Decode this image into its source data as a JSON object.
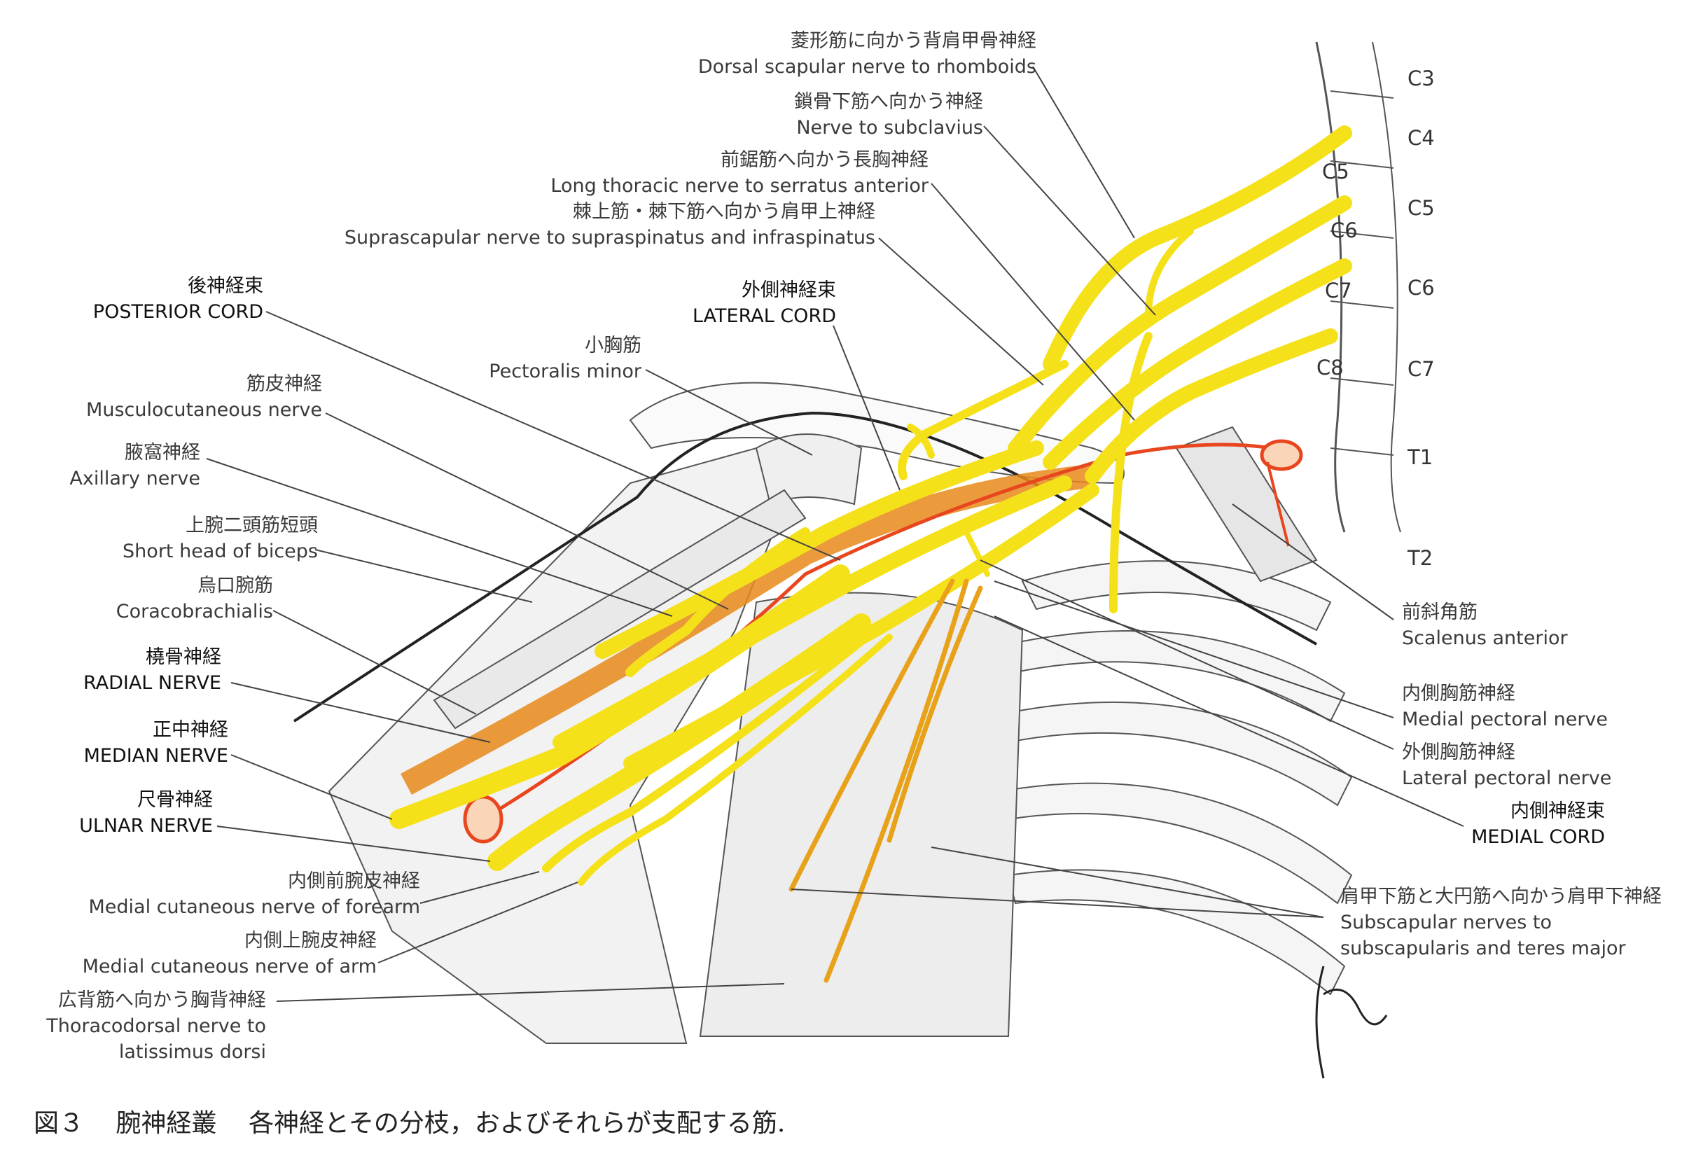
{
  "labels": {
    "dorsal_scapular": {
      "jp": "菱形筋に向かう背肩甲骨神経",
      "en": "Dorsal scapular nerve to rhomboids"
    },
    "subclavius": {
      "jp": "鎖骨下筋へ向かう神経",
      "en": "Nerve to subclavius"
    },
    "long_thoracic": {
      "jp": "前鋸筋へ向かう長胸神経",
      "en": "Long thoracic nerve to serratus anterior"
    },
    "suprascapular": {
      "jp": "棘上筋・棘下筋へ向かう肩甲上神経",
      "en": "Suprascapular nerve to supraspinatus and infraspinatus"
    },
    "posterior_cord": {
      "jp": "後神経束",
      "en": "POSTERIOR CORD"
    },
    "lateral_cord": {
      "jp": "外側神経束",
      "en": "LATERAL CORD"
    },
    "pectoralis_minor": {
      "jp": "小胸筋",
      "en": "Pectoralis minor"
    },
    "musculocutaneous": {
      "jp": "筋皮神経",
      "en": "Musculocutaneous nerve"
    },
    "axillary": {
      "jp": "腋窩神経",
      "en": "Axillary nerve"
    },
    "short_head_biceps": {
      "jp": "上腕二頭筋短頭",
      "en": "Short head of biceps"
    },
    "coracobrachialis": {
      "jp": "烏口腕筋",
      "en": "Coracobrachialis"
    },
    "radial": {
      "jp": "橈骨神経",
      "en": "RADIAL NERVE"
    },
    "median": {
      "jp": "正中神経",
      "en": "MEDIAN NERVE"
    },
    "ulnar": {
      "jp": "尺骨神経",
      "en": "ULNAR NERVE"
    },
    "med_cut_forearm": {
      "jp": "内側前腕皮神経",
      "en": "Medial cutaneous nerve of forearm"
    },
    "med_cut_arm": {
      "jp": "内側上腕皮神経",
      "en": "Medial cutaneous nerve of arm"
    },
    "thoracodorsal": {
      "jp": "広背筋へ向かう胸背神経",
      "en": "Thoracodorsal nerve to",
      "en2": "latissimus dorsi"
    },
    "scalenus": {
      "jp": "前斜角筋",
      "en": "Scalenus anterior"
    },
    "medial_pectoral": {
      "jp": "内側胸筋神経",
      "en": "Medial pectoral nerve"
    },
    "lateral_pectoral": {
      "jp": "外側胸筋神経",
      "en": "Lateral pectoral nerve"
    },
    "medial_cord": {
      "jp": "内側神経束",
      "en": "MEDIAL CORD"
    },
    "subscapular": {
      "jp": "肩甲下筋と大円筋へ向かう肩甲下神経",
      "en": "Subscapular nerves to",
      "en2": "subscapularis and teres major"
    }
  },
  "spine_labels": {
    "outer": [
      "C3",
      "C4",
      "C5",
      "C6",
      "C7",
      "T1",
      "T2"
    ],
    "inner": [
      "C5",
      "C6",
      "C7",
      "C8"
    ]
  },
  "caption": {
    "figure": "図３",
    "title": "腕神経叢",
    "text": "各神経とその分枝，およびそれらが支配する筋."
  },
  "colors": {
    "nerve": "#f5e11a",
    "nerve_outline": "#b59a00",
    "artery": "#e8461e",
    "vein": "#e88a1a",
    "line": "#444444"
  }
}
